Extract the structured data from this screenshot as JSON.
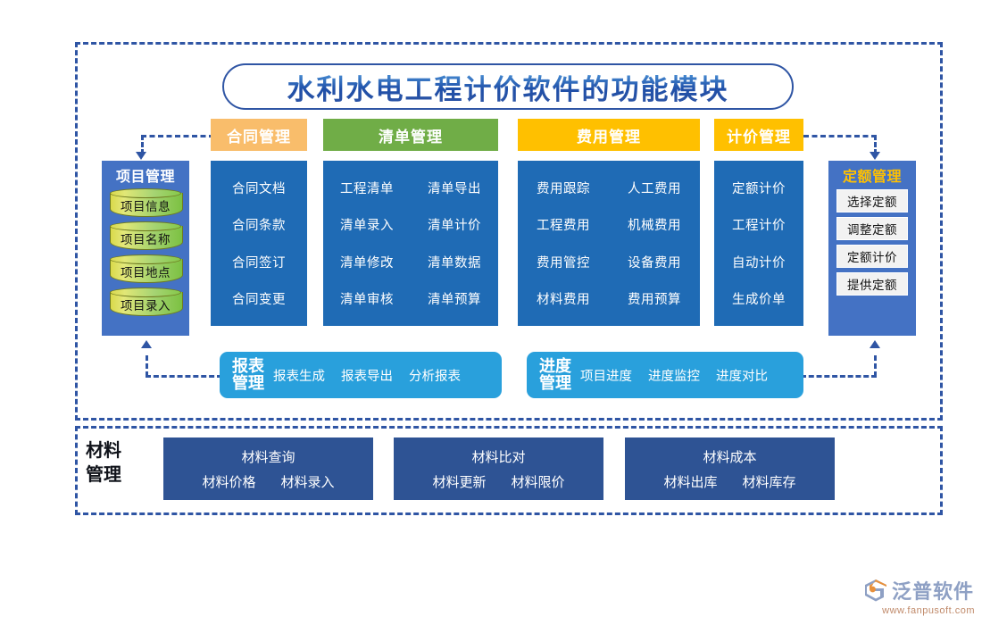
{
  "title": "水利水电工程计价软件的功能模块",
  "headers": {
    "contract": "合同管理",
    "list": "清单管理",
    "fee": "费用管理",
    "price": "计价管理"
  },
  "project": {
    "title": "项目管理",
    "items": [
      "项目信息",
      "项目名称",
      "项目地点",
      "项目录入"
    ]
  },
  "contract": {
    "items": [
      "合同文档",
      "合同条款",
      "合同签订",
      "合同变更"
    ]
  },
  "list": {
    "items": [
      "工程清单",
      "清单导出",
      "清单录入",
      "清单计价",
      "清单修改",
      "清单数据",
      "清单审核",
      "清单预算"
    ]
  },
  "fee": {
    "items": [
      "费用跟踪",
      "人工费用",
      "工程费用",
      "机械费用",
      "费用管控",
      "设备费用",
      "材料费用",
      "费用预算"
    ]
  },
  "price": {
    "items": [
      "定额计价",
      "工程计价",
      "自动计价",
      "生成价单"
    ]
  },
  "quota": {
    "title": "定额管理",
    "items": [
      "选择定额",
      "调整定额",
      "定额计价",
      "提供定额"
    ]
  },
  "report": {
    "label_line1": "报表",
    "label_line2": "管理",
    "items": [
      "报表生成",
      "报表导出",
      "分析报表"
    ]
  },
  "progress": {
    "label_line1": "进度",
    "label_line2": "管理",
    "items": [
      "项目进度",
      "进度监控",
      "进度对比"
    ]
  },
  "material": {
    "label_line1": "材料",
    "label_line2": "管理",
    "groups": [
      {
        "head": "材料查询",
        "subs": [
          "材料价格",
          "材料录入"
        ]
      },
      {
        "head": "材料比对",
        "subs": [
          "材料更新",
          "材料限价"
        ]
      },
      {
        "head": "材料成本",
        "subs": [
          "材料出库",
          "材料库存"
        ]
      }
    ]
  },
  "logo": {
    "brand": "泛普软件",
    "url": "www.fanpusoft.com"
  },
  "colors": {
    "frame": "#2F55A4",
    "contract_header": "#F9BD6B",
    "list_header": "#70AD47",
    "fee_header": "#FFC000",
    "price_header": "#FFC000",
    "panel": "#1F6BB5",
    "side_panel": "#4472C4",
    "wide_row": "#29A0DC",
    "material_box": "#2E5394",
    "quota_title": "#FFC000"
  }
}
